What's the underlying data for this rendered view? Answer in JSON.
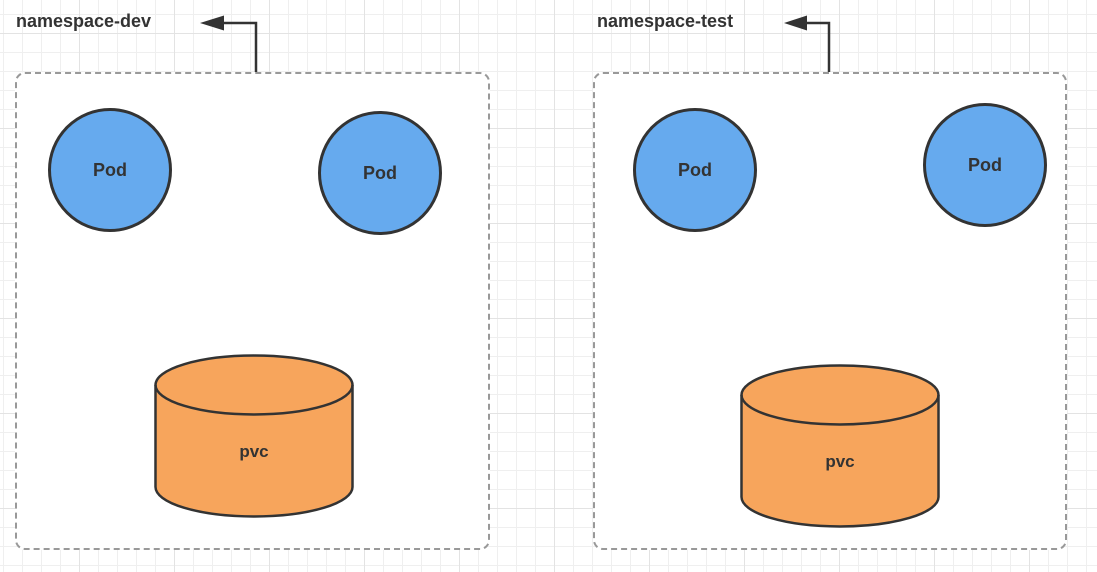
{
  "diagram": {
    "type": "kubernetes-namespace-diagram",
    "colors": {
      "pod_fill": "#66aaee",
      "pvc_fill": "#f7a55c",
      "stroke": "#333333",
      "box_border": "#999999",
      "text": "#333333",
      "grid_minor": "#efefef",
      "grid_major": "#e3e3e3"
    },
    "namespaces": [
      {
        "label": "namespace-dev",
        "pods": [
          {
            "label": "Pod"
          },
          {
            "label": "Pod"
          }
        ],
        "pvc": {
          "label": "pvc"
        }
      },
      {
        "label": "namespace-test",
        "pods": [
          {
            "label": "Pod"
          },
          {
            "label": "Pod"
          }
        ],
        "pvc": {
          "label": "pvc"
        }
      }
    ]
  }
}
